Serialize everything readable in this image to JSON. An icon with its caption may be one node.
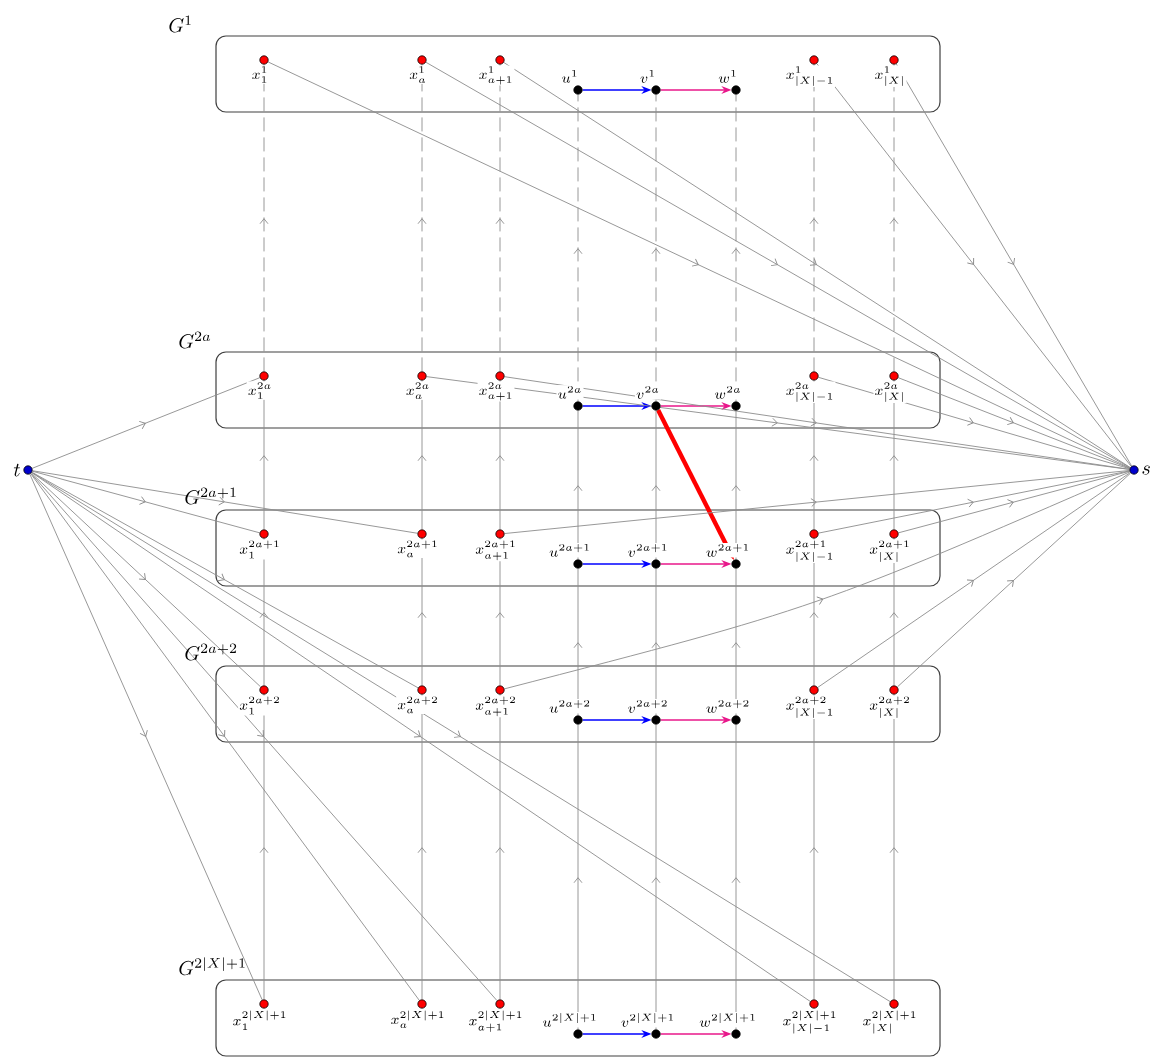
{
  "diagram": {
    "nodes": [
      {
        "text": [
          "G^{1}"
        ]
      },
      {
        "text": [
          "x_{1}^{1}"
        ],
        "in": 0
      },
      {
        "text": [
          "x_{a}^{1}"
        ],
        "in": 0
      },
      {
        "text": [
          "x_{a+1}^{1}"
        ],
        "in": 0
      },
      {
        "text": [
          "u^{1}"
        ],
        "in": 0
      },
      {
        "text": [
          "v^{1}"
        ],
        "in": 0
      },
      {
        "text": [
          "w^{1}"
        ],
        "in": 0
      },
      {
        "text": [
          "x_{|X|-1}^{1}"
        ],
        "in": 0
      },
      {
        "text": [
          "x_{|X|}^{1}"
        ],
        "in": 0
      },
      {
        "text": [
          "G^{2a}"
        ]
      },
      {
        "text": [
          "x_{1}^{2a}"
        ],
        "in": 9
      },
      {
        "text": [
          "x_{a}^{2a}"
        ],
        "in": 9
      },
      {
        "text": [
          "x_{a+1}^{2a}"
        ],
        "in": 9
      },
      {
        "text": [
          "u^{2a}"
        ],
        "in": 9
      },
      {
        "text": [
          "v^{2a}"
        ],
        "in": 9
      },
      {
        "text": [
          "w^{2a}"
        ],
        "in": 9
      },
      {
        "text": [
          "x_{|X|-1}^{2a}"
        ],
        "in": 9
      },
      {
        "text": [
          "x_{|X|}^{2a}"
        ],
        "in": 9
      },
      {
        "text": [
          "G^{2a+1}"
        ]
      },
      {
        "text": [
          "x_{1}^{2a+1}"
        ],
        "in": 18
      },
      {
        "text": [
          "x_{a}^{2a+1}"
        ],
        "in": 18
      },
      {
        "text": [
          "x_{a+1}^{2a+1}"
        ],
        "in": 18
      },
      {
        "text": [
          "u^{2a+1}"
        ],
        "in": 18
      },
      {
        "text": [
          "v^{2a+1}"
        ],
        "in": 18
      },
      {
        "text": [
          "w^{2a+1}"
        ],
        "in": 18
      },
      {
        "text": [
          "x_{|X|-1}^{2a+1}"
        ],
        "in": 18
      },
      {
        "text": [
          "x_{|X|}^{2a+1}"
        ],
        "in": 18
      },
      {
        "text": [
          "G^{2a+2}"
        ]
      },
      {
        "text": [
          "x_{1}^{2a+2}"
        ],
        "in": 27
      },
      {
        "text": [
          "x_{a}^{2a+2}"
        ],
        "in": 27
      },
      {
        "text": [
          "x_{a+1}^{2a+2}"
        ],
        "in": 27
      },
      {
        "text": [
          "u^{2a+2}"
        ],
        "in": 27
      },
      {
        "text": [
          "v^{2a+2}"
        ],
        "in": 27
      },
      {
        "text": [
          "w^{2a+2}"
        ],
        "in": 27
      },
      {
        "text": [
          "x_{|X|-1}^{2a+2}"
        ],
        "in": 27
      },
      {
        "text": [
          "x_{|X|}^{2a+2}"
        ],
        "in": 27
      },
      {
        "text": [
          "G^{2|X|+1}"
        ]
      },
      {
        "text": [
          "x_{1}^{2|X|+1}"
        ],
        "in": 36
      },
      {
        "text": [
          "x_{a}^{2|X|+1}"
        ],
        "in": 36
      },
      {
        "text": [
          "x_{a+1}^{2|X|+1}"
        ],
        "in": 36
      },
      {
        "text": [
          "u^{2|X|+1}"
        ],
        "in": 36
      },
      {
        "text": [
          "v^{2|X|+1}"
        ],
        "in": 36
      },
      {
        "text": [
          "w^{2|X|+1}"
        ],
        "in": 36
      },
      {
        "text": [
          "x_{|X|-1}^{2|X|+1}"
        ],
        "in": 36
      },
      {
        "text": [
          "x_{|X|}^{2|X|+1}"
        ],
        "in": 36
      },
      {
        "text": [
          "t"
        ]
      },
      {
        "text": [
          "s"
        ]
      }
    ],
    "edges": [
      {
        "from": 4,
        "to": 5,
        "arrow": "to",
        "color": "#0000ff"
      },
      {
        "from": 5,
        "to": 6,
        "arrow": "to",
        "color": "#e8178a"
      },
      {
        "from": 13,
        "to": 14,
        "arrow": "to",
        "color": "#0000ff"
      },
      {
        "from": 14,
        "to": 15,
        "arrow": "to",
        "color": "#e8178a"
      },
      {
        "from": 22,
        "to": 23,
        "arrow": "to",
        "color": "#0000ff"
      },
      {
        "from": 23,
        "to": 24,
        "arrow": "to",
        "color": "#e8178a"
      },
      {
        "from": 31,
        "to": 32,
        "arrow": "to",
        "color": "#0000ff"
      },
      {
        "from": 32,
        "to": 33,
        "arrow": "to",
        "color": "#e8178a"
      },
      {
        "from": 40,
        "to": 41,
        "arrow": "to",
        "color": "#0000ff"
      },
      {
        "from": 41,
        "to": 42,
        "arrow": "to",
        "color": "#e8178a"
      },
      {
        "from": 14,
        "to": 24,
        "arrow": "to",
        "style": "thick",
        "color": "#ff0000"
      },
      {
        "from": 10,
        "to": 1,
        "arrow": "to",
        "style": "dashed"
      },
      {
        "from": 11,
        "to": 2,
        "arrow": "to",
        "style": "dashed"
      },
      {
        "from": 12,
        "to": 3,
        "arrow": "to",
        "style": "dashed"
      },
      {
        "from": 13,
        "to": 4,
        "arrow": "to",
        "style": "dashed"
      },
      {
        "from": 14,
        "to": 5,
        "arrow": "to",
        "style": "dashed"
      },
      {
        "from": 15,
        "to": 6,
        "arrow": "to",
        "style": "dashed"
      },
      {
        "from": 16,
        "to": 7,
        "arrow": "to",
        "style": "dashed"
      },
      {
        "from": 17,
        "to": 8,
        "arrow": "to",
        "style": "dashed"
      },
      {
        "from": 19,
        "to": 10,
        "arrow": "to"
      },
      {
        "from": 20,
        "to": 11,
        "arrow": "to"
      },
      {
        "from": 21,
        "to": 12,
        "arrow": "to"
      },
      {
        "from": 22,
        "to": 13,
        "arrow": "to"
      },
      {
        "from": 23,
        "to": 14,
        "arrow": "to"
      },
      {
        "from": 24,
        "to": 15,
        "arrow": "to"
      },
      {
        "from": 25,
        "to": 16,
        "arrow": "to"
      },
      {
        "from": 26,
        "to": 17,
        "arrow": "to"
      },
      {
        "from": 28,
        "to": 19,
        "arrow": "to"
      },
      {
        "from": 29,
        "to": 20,
        "arrow": "to"
      },
      {
        "from": 30,
        "to": 21,
        "arrow": "to"
      },
      {
        "from": 31,
        "to": 22,
        "arrow": "to"
      },
      {
        "from": 32,
        "to": 23,
        "arrow": "to"
      },
      {
        "from": 33,
        "to": 24,
        "arrow": "to"
      },
      {
        "from": 34,
        "to": 25,
        "arrow": "to"
      },
      {
        "from": 35,
        "to": 26,
        "arrow": "to"
      },
      {
        "from": 37,
        "to": 28,
        "arrow": "to"
      },
      {
        "from": 38,
        "to": 29,
        "arrow": "to"
      },
      {
        "from": 39,
        "to": 30,
        "arrow": "to"
      },
      {
        "from": 40,
        "to": 31,
        "arrow": "to"
      },
      {
        "from": 41,
        "to": 32,
        "arrow": "to"
      },
      {
        "from": 42,
        "to": 33,
        "arrow": "to"
      },
      {
        "from": 43,
        "to": 34,
        "arrow": "to"
      },
      {
        "from": 44,
        "to": 35,
        "arrow": "to"
      },
      {
        "from": 1,
        "to": 46,
        "arrow": "to"
      },
      {
        "from": 2,
        "to": 46,
        "arrow": "to"
      },
      {
        "from": 3,
        "to": 46,
        "arrow": "to"
      },
      {
        "from": 7,
        "to": 46,
        "arrow": "to"
      },
      {
        "from": 8,
        "to": 46,
        "arrow": "to"
      },
      {
        "from": 11,
        "to": 46,
        "arrow": "to"
      },
      {
        "from": 12,
        "to": 46,
        "arrow": "to"
      },
      {
        "from": 16,
        "to": 46,
        "arrow": "to"
      },
      {
        "from": 17,
        "to": 46,
        "arrow": "to"
      },
      {
        "from": 21,
        "to": 46,
        "arrow": "to"
      },
      {
        "from": 25,
        "to": 46,
        "arrow": "to"
      },
      {
        "from": 26,
        "to": 46,
        "arrow": "to"
      },
      {
        "from": 30,
        "to": 46,
        "arrow": "to"
      },
      {
        "from": 34,
        "to": 46,
        "arrow": "to"
      },
      {
        "from": 35,
        "to": 46,
        "arrow": "to"
      },
      {
        "from": 45,
        "to": 10,
        "arrow": "to"
      },
      {
        "from": 45,
        "to": 19,
        "arrow": "to"
      },
      {
        "from": 45,
        "to": 20,
        "arrow": "to"
      },
      {
        "from": 45,
        "to": 28,
        "arrow": "to"
      },
      {
        "from": 45,
        "to": 29,
        "arrow": "to"
      },
      {
        "from": 45,
        "to": 37,
        "arrow": "to"
      },
      {
        "from": 45,
        "to": 38,
        "arrow": "to"
      },
      {
        "from": 45,
        "to": 39,
        "arrow": "to"
      },
      {
        "from": 45,
        "to": 43,
        "arrow": "to"
      },
      {
        "from": 45,
        "to": 44,
        "arrow": "to"
      }
    ]
  }
}
